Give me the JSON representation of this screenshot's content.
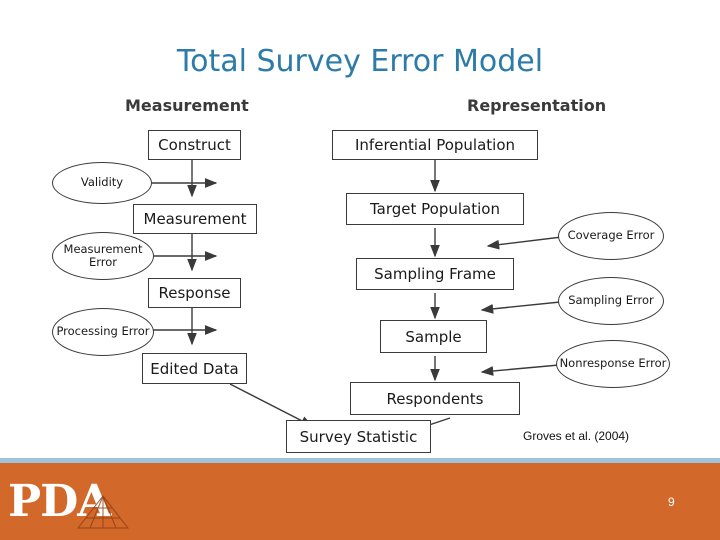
{
  "slide": {
    "title": "Total Survey Error Model",
    "credit": "Groves et al. (2004)",
    "page_number": "9",
    "logo_text": "PDA",
    "colors": {
      "title": "#2C7BA8",
      "footer_band": "#D2682A",
      "footer_rule": "#9FC3D8"
    }
  },
  "diagram": {
    "columns": [
      {
        "label": "Measurement"
      },
      {
        "label": "Representation"
      }
    ],
    "measurement_boxes": [
      {
        "label": "Construct"
      },
      {
        "label": "Measurement"
      },
      {
        "label": "Response"
      },
      {
        "label": "Edited Data"
      }
    ],
    "measurement_errors": [
      {
        "label": "Validity"
      },
      {
        "label": "Measurement Error"
      },
      {
        "label": "Processing Error"
      }
    ],
    "representation_boxes": [
      {
        "label": "Inferential Population"
      },
      {
        "label": "Target Population"
      },
      {
        "label": "Sampling Frame"
      },
      {
        "label": "Sample"
      },
      {
        "label": "Respondents"
      }
    ],
    "representation_errors": [
      {
        "label": "Coverage Error"
      },
      {
        "label": "Sampling Error"
      },
      {
        "label": "Nonresponse Error"
      }
    ],
    "outcome": {
      "label": "Survey Statistic"
    }
  }
}
